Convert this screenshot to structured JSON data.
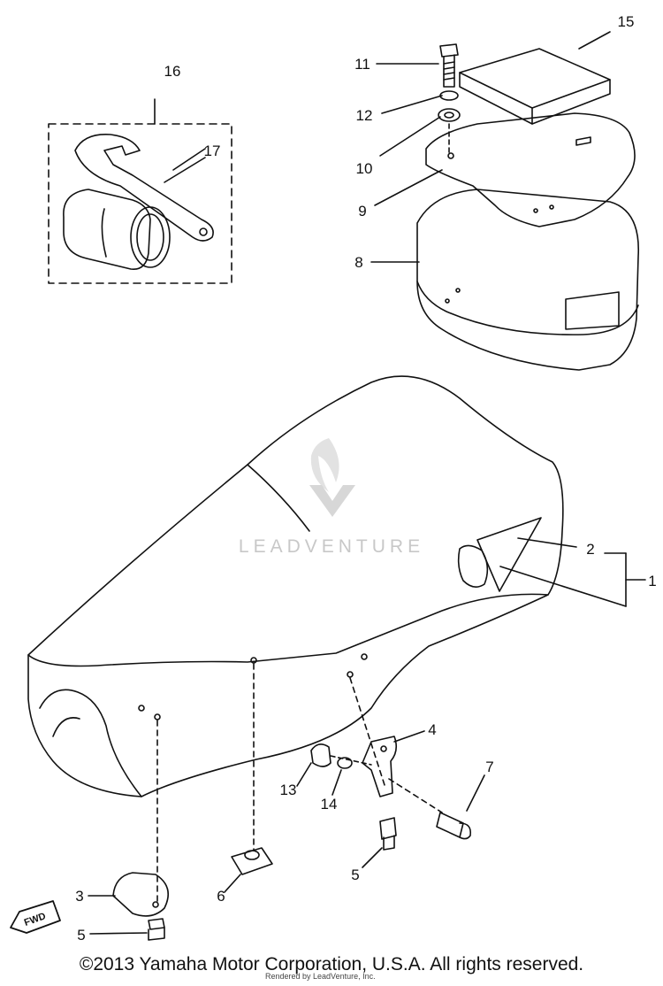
{
  "diagram": {
    "part_labels": [
      "15",
      "11",
      "12",
      "10",
      "9",
      "8",
      "16",
      "17",
      "2",
      "1",
      "4",
      "7",
      "13",
      "14",
      "5",
      "3",
      "6",
      "5"
    ],
    "fwd_arrow_label": "FWD",
    "watermark_text": "LEADVENTURE",
    "copyright": "©2013 Yamaha Motor Corporation, U.S.A. All rights reserved.",
    "sub_credit": "Rendered by LeadVenture, Inc."
  },
  "colors": {
    "line": "#111111",
    "watermark": "#c8c8c8",
    "background": "#ffffff"
  }
}
